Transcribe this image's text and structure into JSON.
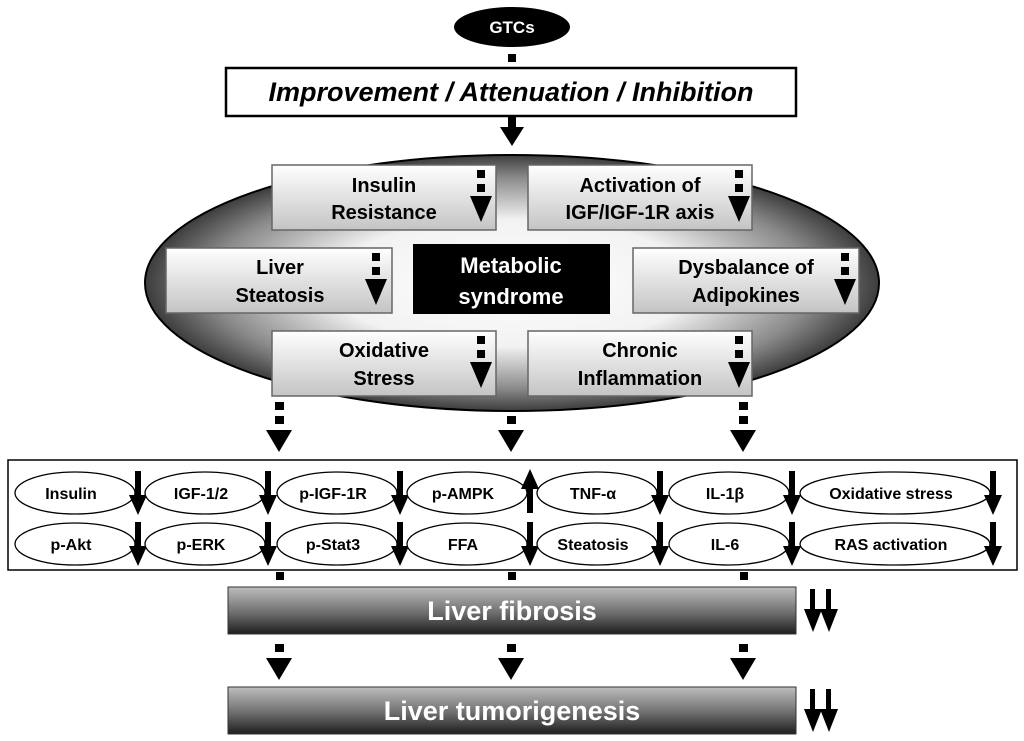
{
  "source": {
    "label": "GTCs"
  },
  "effect_label": "Improvement / Attenuation / Inhibition",
  "center_label": {
    "line1": "Metabolic",
    "line2": "syndrome"
  },
  "conditions": [
    {
      "line1": "Insulin",
      "line2": "Resistance",
      "direction": "down-dashed"
    },
    {
      "line1": "Activation of",
      "line2": "IGF/IGF-1R axis",
      "direction": "down-dashed"
    },
    {
      "line1": "Liver",
      "line2": "Steatosis",
      "direction": "down-dashed"
    },
    {
      "line1": "Dysbalance of",
      "line2": "Adipokines",
      "direction": "down-dashed"
    },
    {
      "line1": "Oxidative",
      "line2": "Stress",
      "direction": "down-dashed"
    },
    {
      "line1": "Chronic",
      "line2": "Inflammation",
      "direction": "down-dashed"
    }
  ],
  "markers": [
    {
      "label": "Insulin",
      "direction": "down"
    },
    {
      "label": "IGF-1/2",
      "direction": "down"
    },
    {
      "label": "p-IGF-1R",
      "direction": "down"
    },
    {
      "label": "p-AMPK",
      "direction": "up"
    },
    {
      "label": "TNF-α",
      "direction": "down"
    },
    {
      "label": "IL-1β",
      "direction": "down"
    },
    {
      "label": "Oxidative stress",
      "direction": "down"
    },
    {
      "label": "p-Akt",
      "direction": "down"
    },
    {
      "label": "p-ERK",
      "direction": "down"
    },
    {
      "label": "p-Stat3",
      "direction": "down"
    },
    {
      "label": "FFA",
      "direction": "down"
    },
    {
      "label": "Steatosis",
      "direction": "down"
    },
    {
      "label": "IL-6",
      "direction": "down"
    },
    {
      "label": "RAS activation",
      "direction": "down"
    }
  ],
  "outcomes": [
    {
      "label": "Liver fibrosis",
      "direction": "double-down"
    },
    {
      "label": "Liver tumorigenesis",
      "direction": "double-down"
    }
  ],
  "colors": {
    "arrow": "#000000",
    "box_border": "#000000",
    "ellipse_center": "#ffffff",
    "ellipse_edge": "#000000"
  }
}
